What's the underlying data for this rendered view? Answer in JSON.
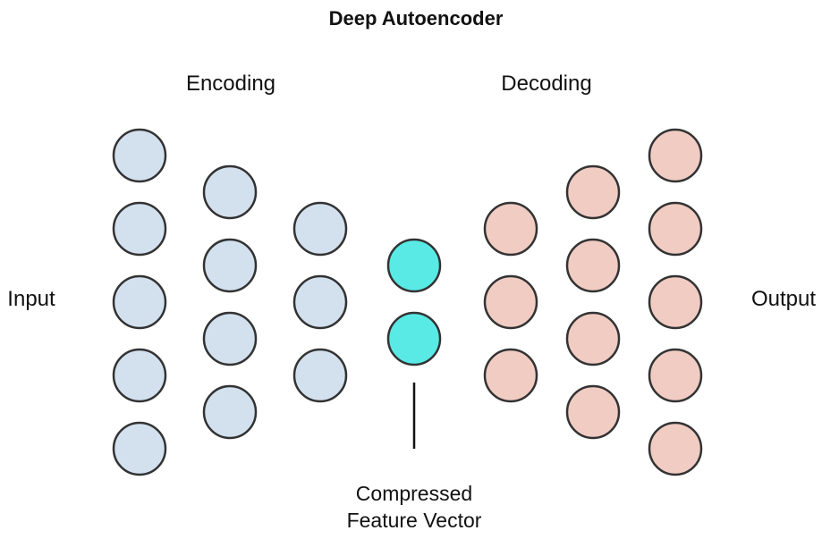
{
  "title": "Deep Autoencoder",
  "encoding_label": "Encoding",
  "decoding_label": "Decoding",
  "input_label": "Input",
  "output_label": "Output",
  "caption": {
    "line1": "Compressed",
    "line2": "Feature Vector"
  },
  "layers": [
    {
      "role": "input",
      "count": 5,
      "color": "#d3e1ef"
    },
    {
      "role": "hidden-encoder-1",
      "count": 4,
      "color": "#d3e1ef"
    },
    {
      "role": "hidden-encoder-2",
      "count": 3,
      "color": "#d3e1ef"
    },
    {
      "role": "bottleneck",
      "count": 2,
      "color": "#59eae6"
    },
    {
      "role": "hidden-decoder-1",
      "count": 3,
      "color": "#f1ccc3"
    },
    {
      "role": "hidden-decoder-2",
      "count": 4,
      "color": "#f1ccc3"
    },
    {
      "role": "output",
      "count": 5,
      "color": "#f1ccc3"
    }
  ],
  "stroke_color": "#333333"
}
